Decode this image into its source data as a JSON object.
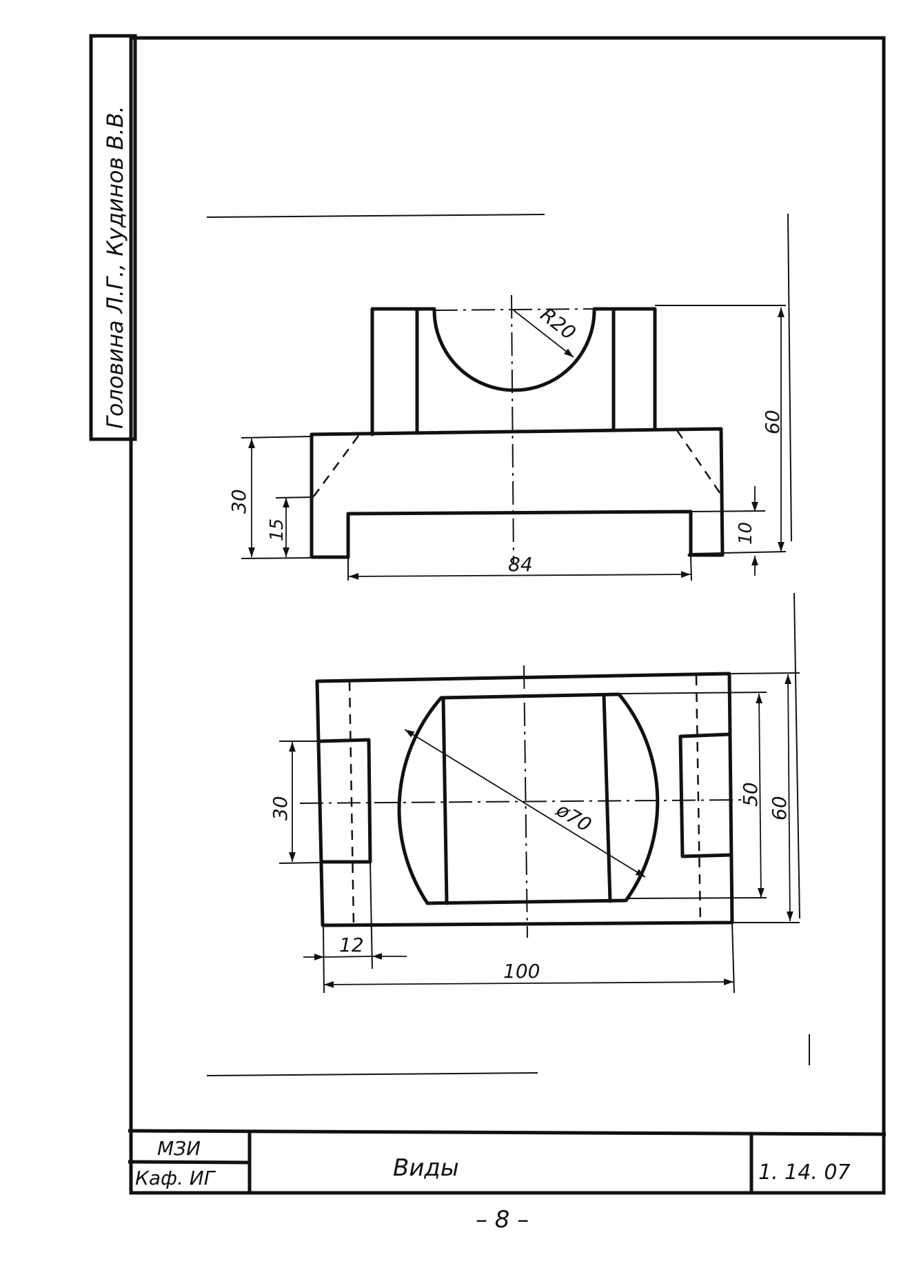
{
  "sidebar": {
    "authors": "Головина Л.Г., Кудинов В.В."
  },
  "front_view": {
    "dim_radius": "R20",
    "dim_total_height": "60",
    "dim_base_height": "30",
    "dim_chamfer_height": "15",
    "dim_foot_height": "10",
    "dim_foot_width": "84"
  },
  "top_view": {
    "dim_slot_width": "30",
    "dim_diameter": "ø70",
    "dim_inner_width": "50",
    "dim_total_depth": "60",
    "dim_margin": "12",
    "dim_total_length": "100"
  },
  "title_block": {
    "org": "МЗИ",
    "dept": "Каф. ИГ",
    "title": "Виды",
    "code": "1. 14. 07"
  },
  "page_number": "– 8 –"
}
